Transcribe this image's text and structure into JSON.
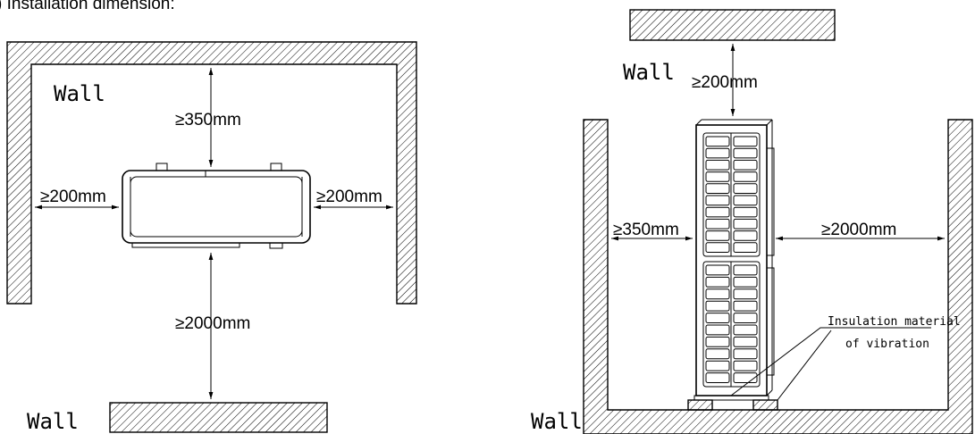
{
  "heading": ") Installation dimension:",
  "left_view": {
    "wall_top_label": "Wall",
    "wall_bottom_label": "Wall",
    "dim_top": "≥350mm",
    "dim_left": "≥200mm",
    "dim_right": "≥200mm",
    "dim_bottom": "≥2000mm"
  },
  "right_view": {
    "wall_top_label": "Wall",
    "wall_bottom_label": "Wall",
    "dim_top": "≥200mm",
    "dim_left": "≥350mm",
    "dim_right": "≥2000mm",
    "note_line1": "Insulation material",
    "note_line2": "of vibration"
  },
  "colors": {
    "line": "#000000",
    "background": "#ffffff"
  }
}
